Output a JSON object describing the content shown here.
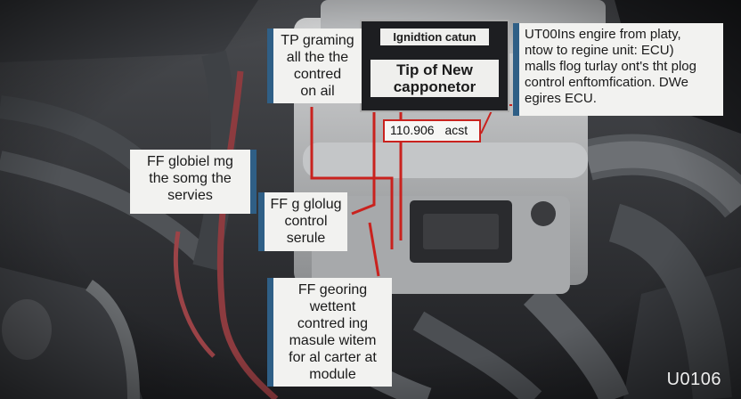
{
  "plate": {
    "top_label": "Ignidtion catun",
    "bottom_label": "Tip of New capponetor"
  },
  "callouts": {
    "top_left": [
      "TP graming",
      "all the the",
      "contred",
      "on ail"
    ],
    "top_right": [
      "UT00Ins engire from platy,",
      "ntow to regine unit: ECU)",
      "malls flog turlay ont's tht plog",
      "control enftomfication. DWe",
      "egires ECU."
    ],
    "mid_left": [
      "FF globiel mg",
      "the somg the",
      "servies"
    ],
    "center": [
      "FF g glolug",
      "control",
      "serule"
    ],
    "bottom": [
      "FF georing",
      "wettent",
      "contred ing",
      "masule witem",
      "for al carter at",
      "module"
    ]
  },
  "readout": {
    "value": "110.906",
    "suffix": "acst"
  },
  "code_label": "U0106",
  "colors": {
    "wire_red": "#c9221e",
    "accent_blue": "#2f5f86"
  }
}
